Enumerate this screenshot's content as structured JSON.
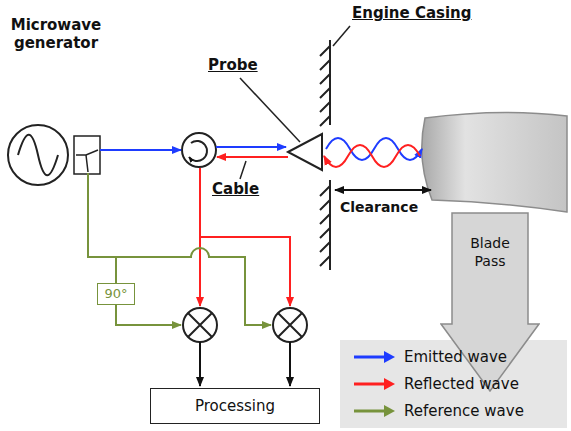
{
  "diagram": {
    "nodes": [
      {
        "text": [
          "90°"
        ]
      },
      {
        "text": [
          "Processing"
        ]
      },
      {
        "text": [
          "Blade Pass"
        ]
      }
    ],
    "labels": [
      "Microwave generator",
      "Engine Casing",
      "Probe",
      "Cable",
      "Clearance"
    ],
    "legend": [
      {
        "text": "Emitted wave",
        "color": "#1e3cff"
      },
      {
        "text": "Reflected wave",
        "color": "#ff2020"
      },
      {
        "text": "Reference wave",
        "color": "#77933c"
      }
    ]
  }
}
